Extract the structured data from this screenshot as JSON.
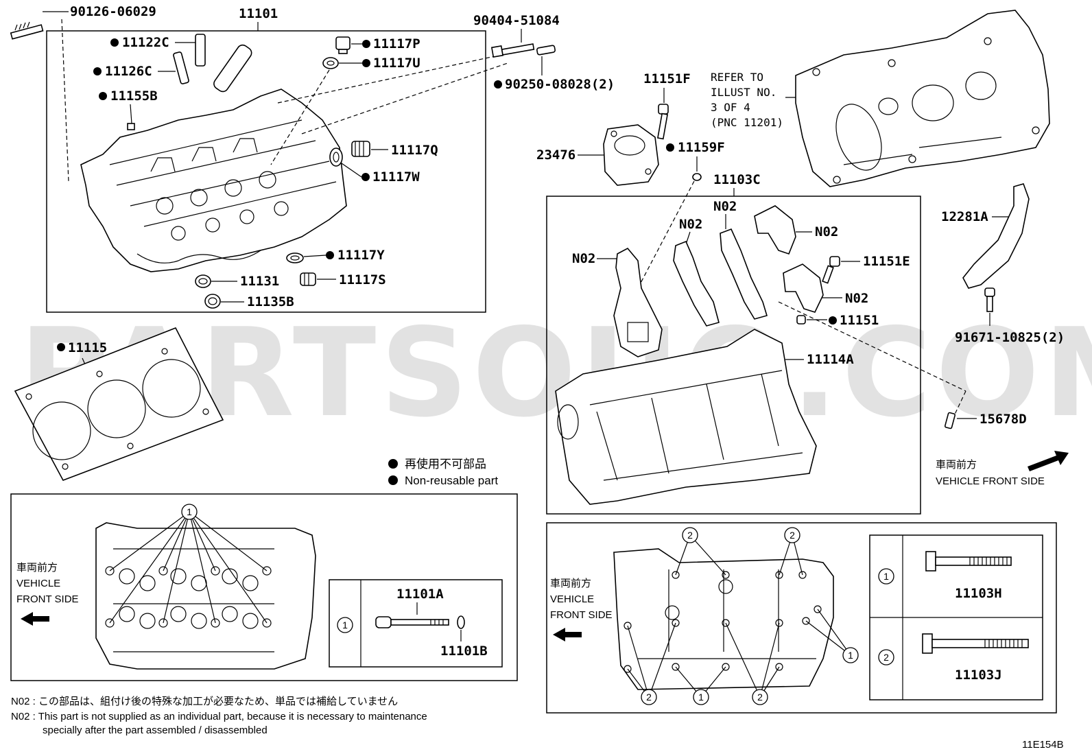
{
  "watermark": "PARTSOUQ.COM",
  "diagram_code": "11E154B",
  "refer_note": [
    "REFER TO",
    "ILLUST NO.",
    "3 OF 4",
    "(PNC 11201)"
  ],
  "legend": {
    "jp": "再使用不可部品",
    "en": "Non-reusable part"
  },
  "vehicle_front": {
    "jp": "車両前方",
    "en_line1": "VEHICLE",
    "en_line2": "FRONT SIDE",
    "en_single": "VEHICLE FRONT SIDE"
  },
  "notes": {
    "jp": "N02 : この部品は、組付け後の特殊な加工が必要なため、単品では補給していません",
    "en_line1": "N02 : This part is not supplied as an individual part, because it is necessary to maintenance",
    "en_line2": "specially after the part assembled / disassembled"
  },
  "callouts": {
    "one": "1",
    "two": "2"
  },
  "labels": {
    "p90126": "90126-06029",
    "p11101": "11101",
    "p90404": "90404-51084",
    "p11122C": "11122C",
    "p11126C": "11126C",
    "p11155B": "11155B",
    "p11117P": "11117P",
    "p11117U": "11117U",
    "p90250": "90250-08028(2)",
    "p11117Q": "11117Q",
    "p11117W": "11117W",
    "p11117Y": "11117Y",
    "p11131": "11131",
    "p11117S": "11117S",
    "p11135B": "11135B",
    "p11115": "11115",
    "p11151F": "11151F",
    "p23476": "23476",
    "p11159F": "11159F",
    "p11103C": "11103C",
    "n02": "N02",
    "p11151E": "11151E",
    "p11151": "11151",
    "p11114A": "11114A",
    "p12281A": "12281A",
    "p91671": "91671-10825(2)",
    "p15678D": "15678D",
    "p11101A": "11101A",
    "p11101B": "11101B",
    "p11103H": "11103H",
    "p11103J": "11103J"
  }
}
